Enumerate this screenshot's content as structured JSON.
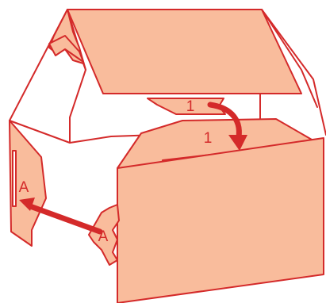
{
  "diagram": {
    "colors": {
      "outline": "#d42a2a",
      "panel_fill": "#f9bc9c",
      "tab_fill": "#f9bc9c",
      "arrow": "#d42a2a",
      "background": "#ffffff"
    },
    "labels": {
      "tab_1_roof": "1",
      "tab_1_front": "1",
      "tab_a_side": "A",
      "tab_a_front": "A"
    },
    "arrows": [
      {
        "name": "fold-arrow-1",
        "from": "tab-1-roof",
        "to": "slot-1-front"
      },
      {
        "name": "fold-arrow-a",
        "from": "tab-a-front",
        "to": "slot-a-side"
      }
    ]
  }
}
